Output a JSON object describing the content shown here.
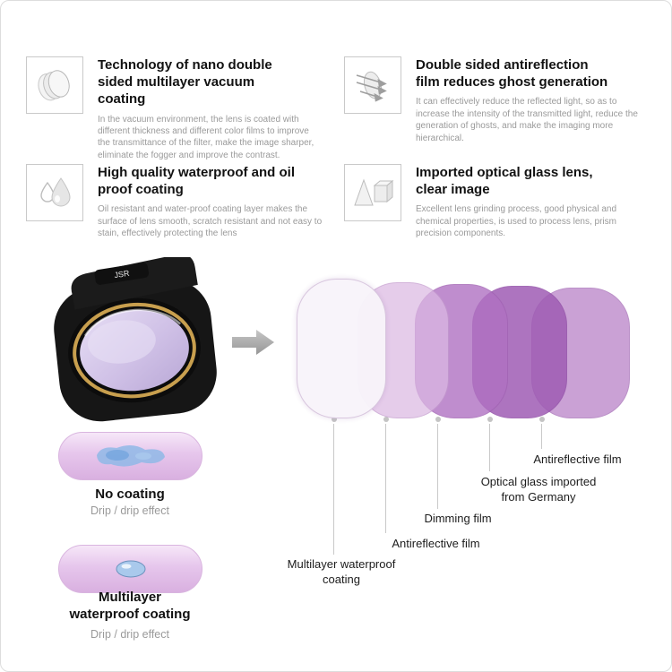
{
  "features": [
    {
      "icon": "lens-layers-icon",
      "title": "Technology of nano double sided multilayer vacuum coating",
      "description": "In the vacuum environment, the lens is coated with different thickness and different color films to improve the transmittance of the filter, make the image sharper, eliminate the fogger and improve the contrast."
    },
    {
      "icon": "antireflection-icon",
      "title": "Double sided antireflection film reduces ghost generation",
      "description": "It can effectively reduce the reflected light, so as to increase the intensity of the transmitted light, reduce the generation of ghosts, and make the imaging more hierarchical."
    },
    {
      "icon": "water-drops-icon",
      "title": "High quality waterproof and oil proof coating",
      "description": "Oil resistant and water-proof coating layer makes the surface of lens smooth, scratch resistant and not easy to stain, effectively protecting the lens"
    },
    {
      "icon": "prism-icon",
      "title": "Imported optical glass lens, clear image",
      "description": "Excellent lens grinding process, good physical and chemical properties, is used to process lens, prism precision components."
    }
  ],
  "product": {
    "brand": "JSR",
    "gold_ring_color": "#c89f4e",
    "lens_color": "#d3c6e8"
  },
  "layers": [
    {
      "label": "Multilayer waterproof coating",
      "color": "#f8f4fa"
    },
    {
      "label": "Antireflective film",
      "color": "#dcb9e3"
    },
    {
      "label": "Dimming film",
      "color": "#b071c2"
    },
    {
      "label": "Optical glass imported from Germany",
      "color": "#9f5cb4"
    },
    {
      "label": "Antireflective film",
      "color": "#bd8acb"
    }
  ],
  "samples": [
    {
      "title": "No coating",
      "subtitle": "Drip / drip effect"
    },
    {
      "title": "Multilayer waterproof coating",
      "subtitle": "Drip / drip effect"
    }
  ]
}
